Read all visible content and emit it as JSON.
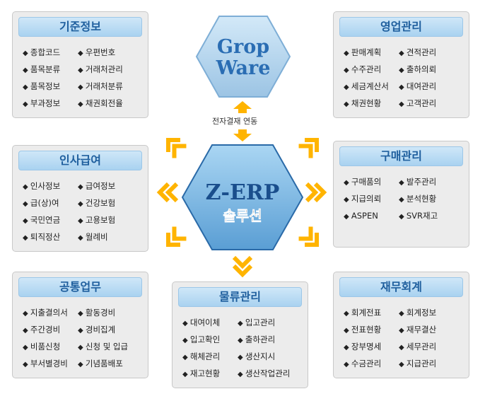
{
  "center": {
    "groupware_line1": "Grop",
    "groupware_line2": "Ware",
    "link_label": "전자결재 연동",
    "erp_title": "Z-ERP",
    "erp_subtitle": "솔루션"
  },
  "modules": [
    {
      "title": "기준정보",
      "items": [
        "종합코드",
        "우편번호",
        "품목분류",
        "거래처관리",
        "품목정보",
        "거래처분류",
        "부과정보",
        "채권회전율"
      ]
    },
    {
      "title": "영업관리",
      "items": [
        "판매계획",
        "견적관리",
        "수주관리",
        "출하의뢰",
        "세금계산서",
        "대여관리",
        "채권현황",
        "고객관리"
      ]
    },
    {
      "title": "인사급여",
      "items": [
        "인사정보",
        "급여정보",
        "급(상)여",
        "건강보험",
        "국민연금",
        "고용보험",
        "퇴직정산",
        "월례비"
      ]
    },
    {
      "title": "구매관리",
      "items": [
        "구매품의",
        "발주관리",
        "지급의뢰",
        "분석현황",
        "ASPEN",
        "SVR재고"
      ]
    },
    {
      "title": "공통업무",
      "items": [
        "지출결의서",
        "활동경비",
        "주간경비",
        "경비집계",
        "비품신청",
        "신청 및 입급",
        "부서별경비",
        "기념품배포"
      ]
    },
    {
      "title": "물류관리",
      "items": [
        "대여이체",
        "입고관리",
        "입고확인",
        "출하관리",
        "해체관리",
        "생산지시",
        "재고현황",
        "생산작업관리"
      ]
    },
    {
      "title": "재무회계",
      "items": [
        "회계전표",
        "회계정보",
        "전표현황",
        "재무결산",
        "장부명세",
        "세무관리",
        "수금관리",
        "지급관리"
      ]
    }
  ],
  "colors": {
    "arrow": "#ffb400",
    "title": "#1f5f9e"
  }
}
